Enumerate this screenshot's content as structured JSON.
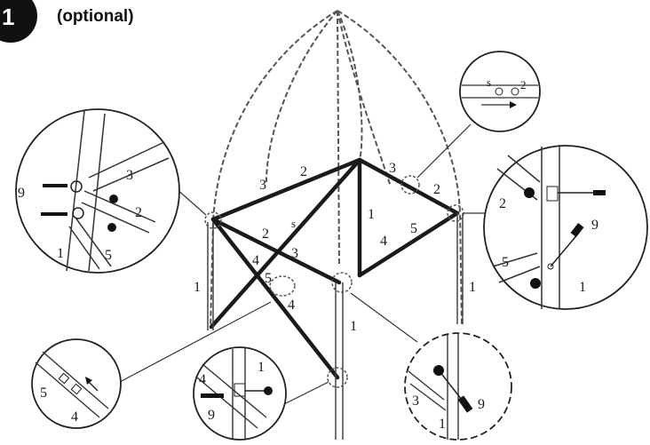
{
  "header": {
    "step_number": "1",
    "note": "(optional)"
  },
  "frame_labels": {
    "top_bar_left": "3",
    "top_bar_right": "2",
    "right_upper_3": "3",
    "right_upper_2": "2",
    "center_1": "1",
    "right_lower_4": "4",
    "right_lower_5": "5",
    "diag_2": "2",
    "diag_s": "s",
    "diag_3": "3",
    "diag_4": "4",
    "diag_5": "5",
    "left_leg_1": "1",
    "right_leg_1": "1",
    "center_pole_1": "1",
    "near_detail_4": "4"
  },
  "detail_left": {
    "l9": "9",
    "l3": "3",
    "l2": "2",
    "l1": "1",
    "l5": "5"
  },
  "detail_top": {
    "ls": "s",
    "l2": "2"
  },
  "detail_right": {
    "l2": "2",
    "l9": "9",
    "l5": "5",
    "l1": "1"
  },
  "detail_bottom_left": {
    "l5": "5",
    "l4": "4"
  },
  "detail_bottom_center": {
    "l4": "4",
    "l1": "1",
    "l9": "9"
  },
  "detail_bottom_right": {
    "l3": "3",
    "l9": "9",
    "l1": "1"
  }
}
